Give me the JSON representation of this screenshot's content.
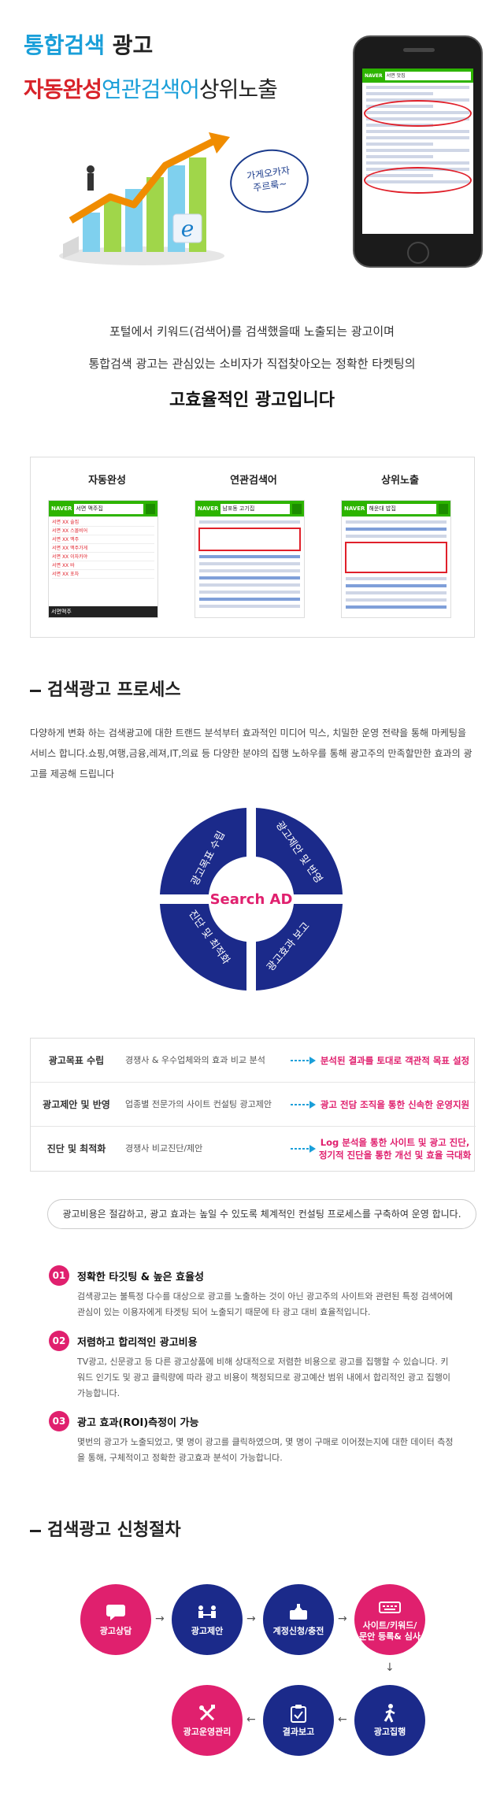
{
  "hero": {
    "title_part1": "통합검색",
    "title_part2": "광고",
    "subtitle_part1": "자동완성",
    "subtitle_part2": "연관검색어",
    "subtitle_part3": "상위노출",
    "bubble_line1": "가게오카자",
    "bubble_line2": "주르룩~"
  },
  "phone": {
    "logo": "NAVER",
    "query": "서면 맛집"
  },
  "intro": {
    "line1": "포털에서 키워드(검색어)를 검색했을때 노출되는 광고이며",
    "line2": "통합검색 광고는 관심있는 소비자가 직접찾아오는 정확한 타켓팅의",
    "line3": "고효율적인 광고입니다"
  },
  "features": [
    {
      "title": "자동완성",
      "logo": "NAVER",
      "query": "서면 맥주집",
      "rows": [
        "서면 XX 술집",
        "서면 XX 스몰비어",
        "서면 XX 맥주",
        "서면 XX 맥주가게",
        "서면 XX 이자카야",
        "서면 XX 바",
        "서면 XX 포차"
      ],
      "footer": "서면맥주"
    },
    {
      "title": "연관검색어",
      "logo": "NAVER",
      "query": "남포동 고기집"
    },
    {
      "title": "상위노출",
      "logo": "NAVER",
      "query": "해운대 밥집"
    }
  ],
  "process": {
    "title": "검색광고 프로세스",
    "desc": "다양하게 변화 하는 검색광고에 대한 트랜드 분석부터 효과적인 미디어 믹스, 치밀한 운영 전략을 통해 마케팅을 서비스 합니다.쇼핑,여행,금융,레져,IT,의료 등 다양한 분야의 집행 노하우를 통해 광고주의 만족할만한 효과의 광고를 제공해 드립니다",
    "center": "Search AD",
    "segments": [
      "광고제안 및 반영",
      "광고효과 보고",
      "진단 및 최적화",
      "광고목표 수립"
    ],
    "colors": {
      "navy": "#1b2a8a",
      "pink": "#e0206e"
    }
  },
  "process_table": [
    {
      "name": "광고목표 수립",
      "desc": "경쟁사 & 우수업체와의 효과 비교 분석",
      "result": "분석된 결과를 토대로 객관적 목표 설정"
    },
    {
      "name": "광고제안 및 반영",
      "desc": "업종별 전문가의 사이트 컨설팅 광고제안",
      "result": "광고 전담 조직을 통한 신속한 운영지원"
    },
    {
      "name": "진단 및 최적화",
      "desc": "경쟁사 비교진단/제안",
      "result": "Log 분석을 통한 사이트 및 광고 진단, 정기적 진단을 통한 개선 및 효율 극대화"
    }
  ],
  "pill": "광고비용은 절감하고, 광고 효과는 높일 수 있도록  체계적인 컨설팅 프로세스를 구축하여 운영 합니다.",
  "benefits": [
    {
      "num": "01",
      "title": "정확한 타깃팅 & 높은 효율성",
      "text": "검색광고는 불특정 다수를 대상으로 광고를 노출하는 것이 아닌 광고주의 사이트와 관련된 특정 검색어에 관심이 있는 이용자에게 타겟팅 되어 노출되기 때문에 타 광고 대비 효율적입니다."
    },
    {
      "num": "02",
      "title": "저렴하고 합리적인 광고비용",
      "text": "TV광고, 신문광고 등 다른 광고상품에 비해 상대적으로 저렴한 비용으로 광고를 집행할 수 있습니다.  키워드 인기도 및 광고 클릭량에 따라 광고 비용이 책정되므로 광고예산 범위 내에서 합리적인 광고 집행이 가능합니다."
    },
    {
      "num": "03",
      "title": "광고 효과(ROI)측정이 가능",
      "text": "몇번의 광고가 노출되었고, 몇 명이 광고를 클릭하였으며, 몇 명이 구매로 이어졌는지에 대한 데이터 측정을 통해, 구체적이고 정확한 광고효과 분석이 가능합니다."
    }
  ],
  "apply": {
    "title": "검색광고 신청절차",
    "steps": [
      "광고상담",
      "광고제안",
      "계정신청/충전",
      "사이트/키워드/\n문안 등록& 심사",
      "광고집행",
      "결과보고",
      "광고운영관리"
    ]
  }
}
